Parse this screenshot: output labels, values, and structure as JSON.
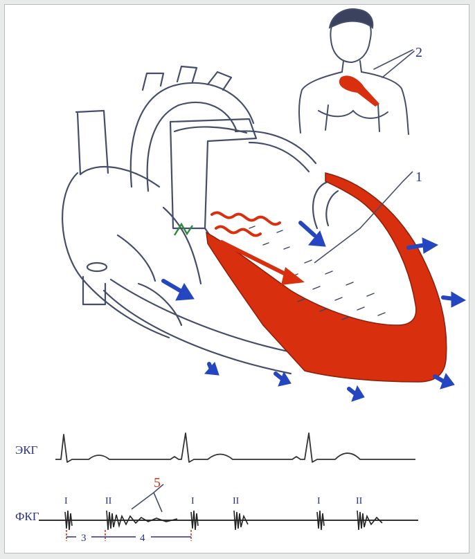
{
  "colors": {
    "outline": "#454d6b",
    "muscle": "#d8300e",
    "arrows": "#2446c0",
    "trace": "#333333",
    "label_blue": "#2a2f8a",
    "label_red": "#d8300e"
  },
  "callouts": {
    "n1": "1",
    "n2": "2"
  },
  "ecg": {
    "label": "ЭКГ"
  },
  "pcg": {
    "label": "ФКГ",
    "tones": [
      "I",
      "II",
      "I",
      "II",
      "I",
      "II"
    ],
    "interval_a": "3",
    "interval_b": "4",
    "noise_label": "5"
  }
}
